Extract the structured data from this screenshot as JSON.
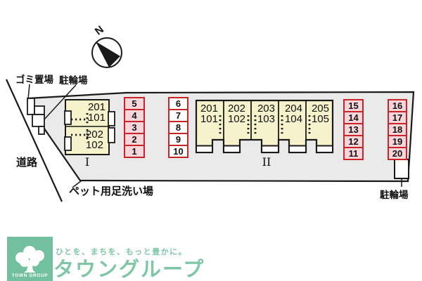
{
  "plan": {
    "compass_label": "N",
    "labels": {
      "garbage_area": "ゴミ置場",
      "bicycle_parking_top": "駐輪場",
      "road": "道路",
      "pet_foot_washing": "ペット用足洗い場",
      "bicycle_parking_bottom": "駐輪場"
    },
    "buildings": [
      {
        "name": "I",
        "units": [
          {
            "upper": "201",
            "lower": "101"
          },
          {
            "upper": "202",
            "lower": "102"
          }
        ]
      },
      {
        "name": "II",
        "units": [
          {
            "upper": "201",
            "lower": "101"
          },
          {
            "upper": "202",
            "lower": "102"
          },
          {
            "upper": "203",
            "lower": "103"
          },
          {
            "upper": "204",
            "lower": "104"
          },
          {
            "upper": "205",
            "lower": "105"
          }
        ]
      }
    ],
    "parking": {
      "columns": [
        {
          "spaces": [
            "5",
            "4",
            "3",
            "2",
            "1"
          ],
          "fill": "#f6d6da"
        },
        {
          "spaces": [
            "6",
            "7",
            "8",
            "9",
            "10"
          ],
          "fill": "#ffffff"
        },
        {
          "spaces": [
            "15",
            "14",
            "13",
            "12",
            "11"
          ],
          "fill": "#f6d6da"
        },
        {
          "spaces": [
            "16",
            "17",
            "18",
            "19",
            "20"
          ],
          "fill": "#f6d6da"
        }
      ]
    }
  },
  "footer": {
    "logo_caption": "TOWN GROUP",
    "tagline": "ひとを、まちを、もっと豊かに。",
    "brand": "タウングループ"
  },
  "colors": {
    "site_fill": "#eaeaea",
    "building_fill": "#f6f2cb",
    "parking_pink": "#f6d6da",
    "parking_border_red": "#c92529",
    "outline_black": "#1a1a1a",
    "logo_green": "#72c09e",
    "logo_text_green": "#7fc6a6"
  }
}
